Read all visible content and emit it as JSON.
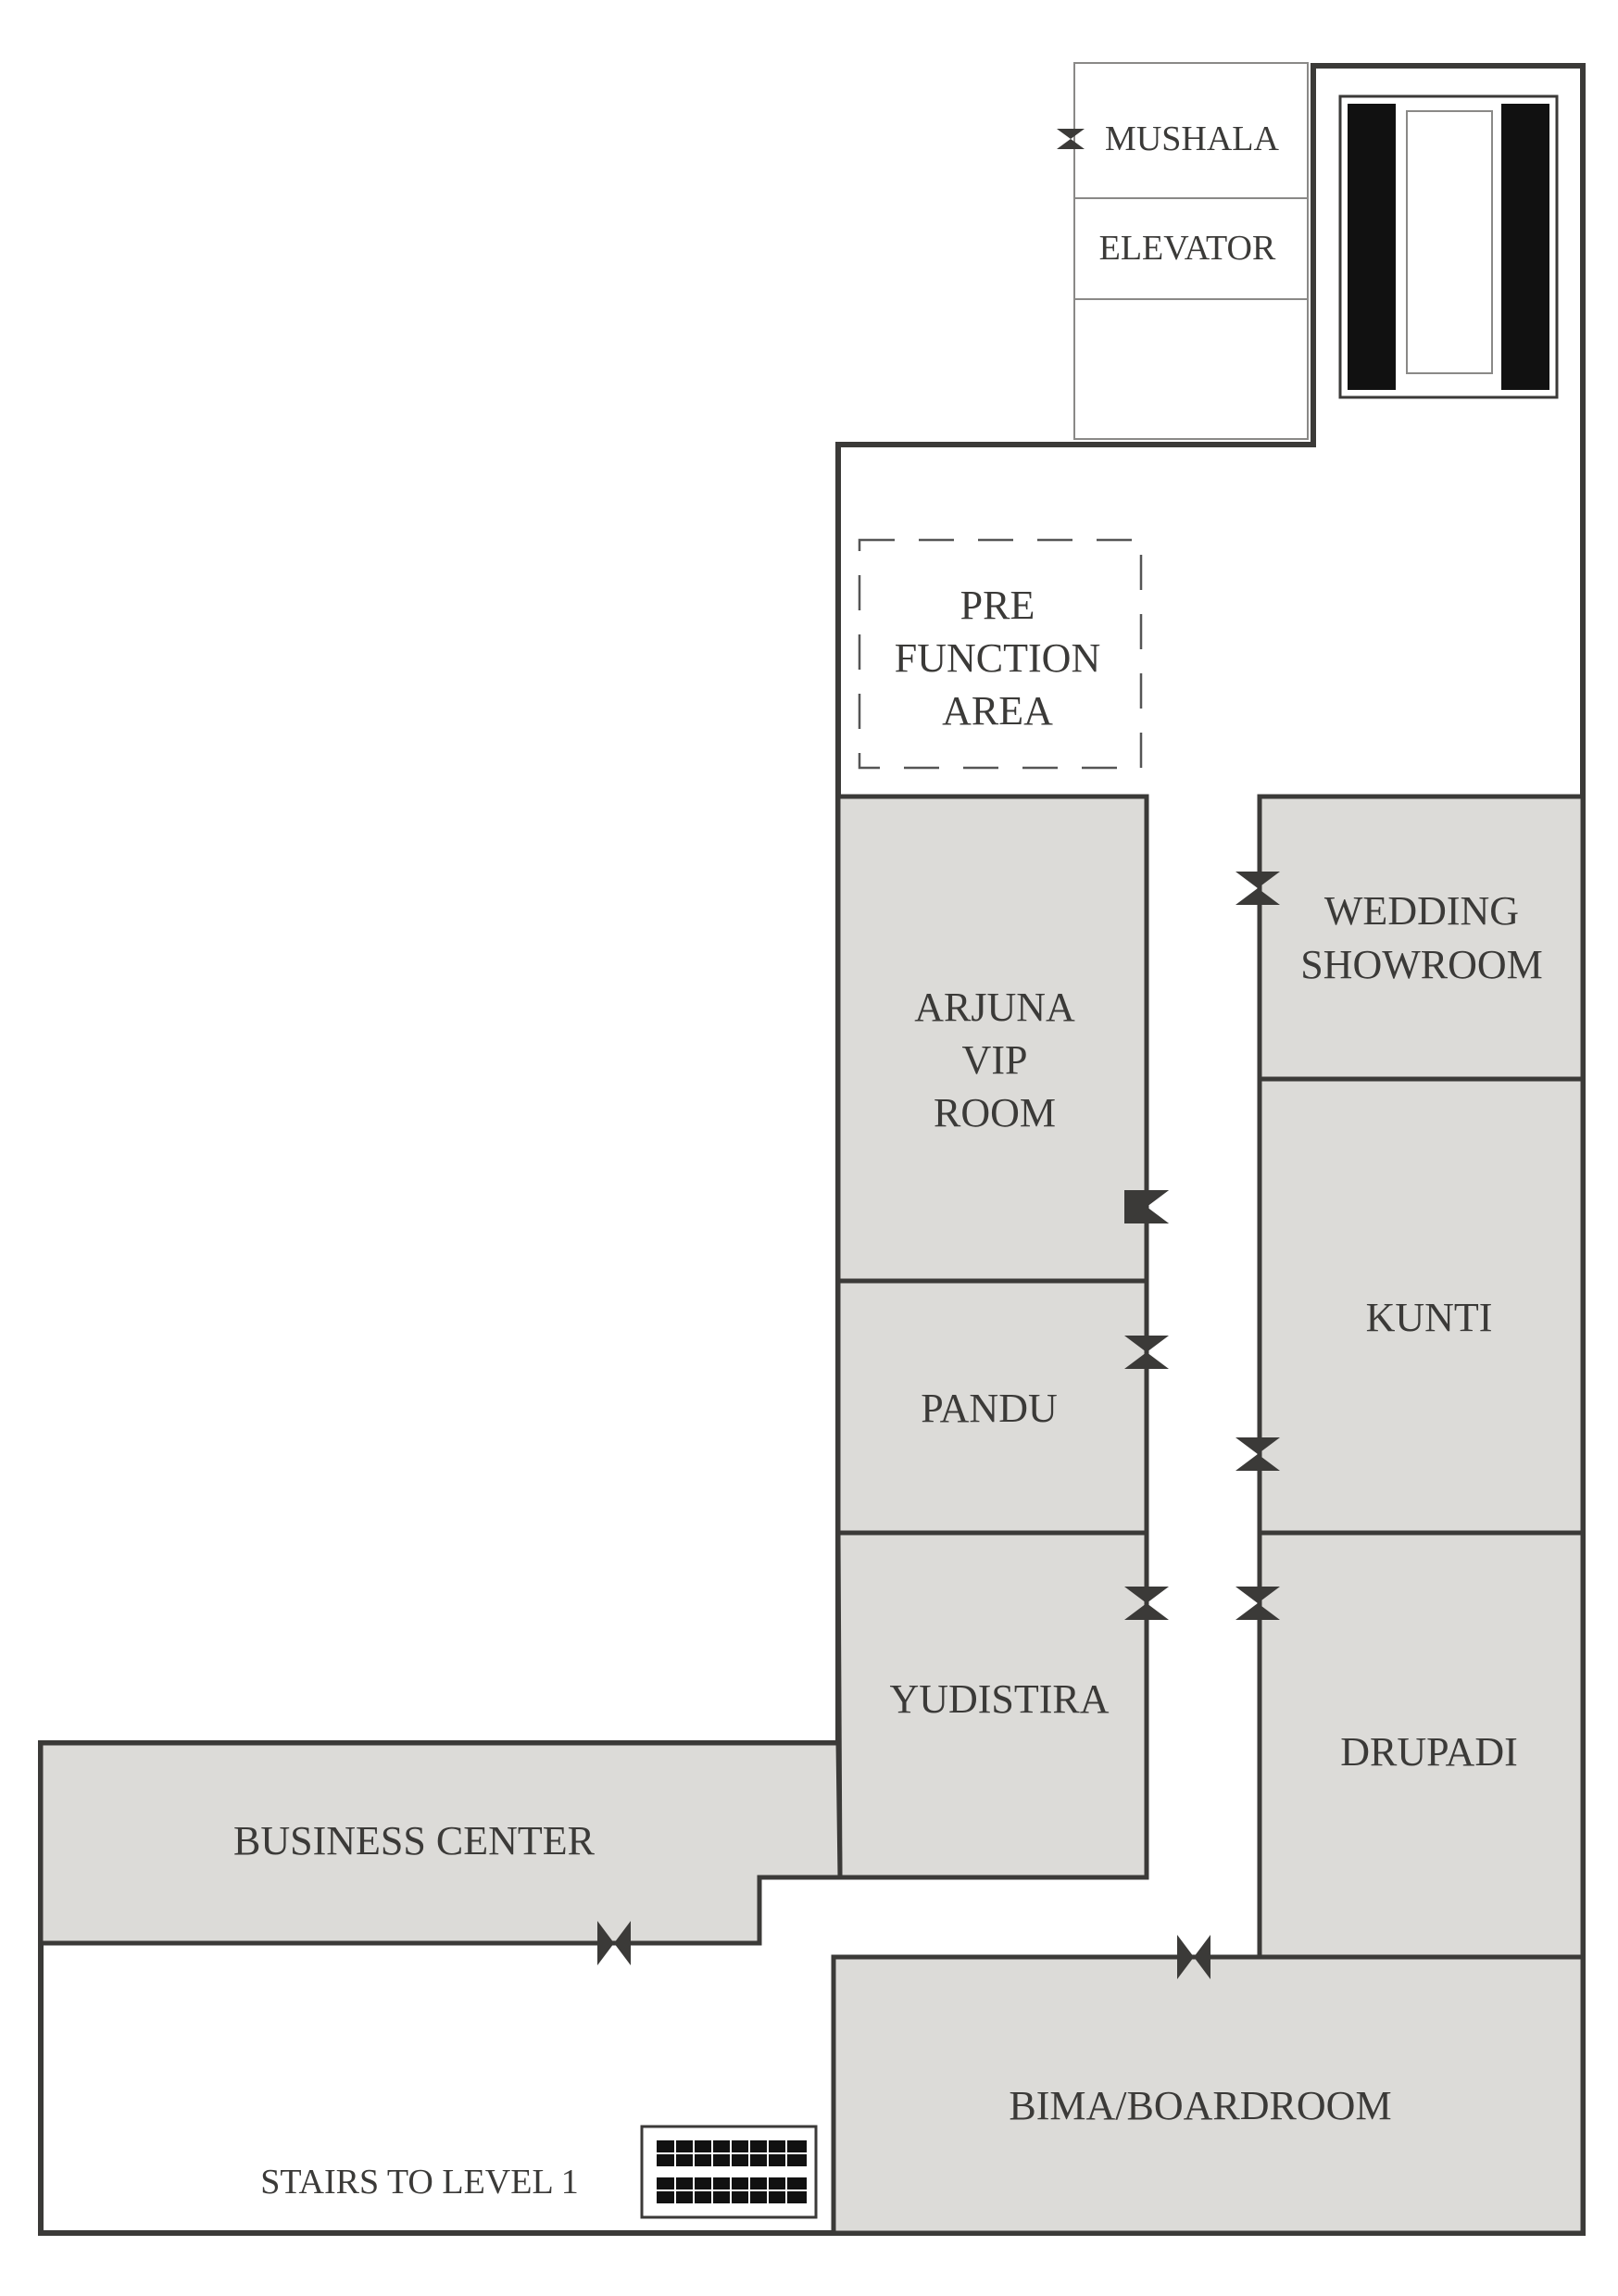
{
  "rooms": {
    "mushala": "MUSHALA",
    "elevator": "ELEVATOR",
    "pre_function": [
      "PRE",
      "FUNCTION",
      "AREA"
    ],
    "wedding_showroom": [
      "WEDDING",
      "SHOWROOM"
    ],
    "arjuna": [
      "ARJUNA",
      "VIP",
      "ROOM"
    ],
    "kunti": "KUNTI",
    "pandu": "PANDU",
    "yudistira": "YUDISTIRA",
    "drupadi": "DRUPADI",
    "business_center": "BUSINESS CENTER",
    "bima": "BIMA/BOARDROOM",
    "stairs": "STAIRS TO LEVEL 1"
  },
  "colors": {
    "wall": "#3b3a38",
    "room_fill": "#dcdbd8",
    "background": "#ffffff"
  }
}
